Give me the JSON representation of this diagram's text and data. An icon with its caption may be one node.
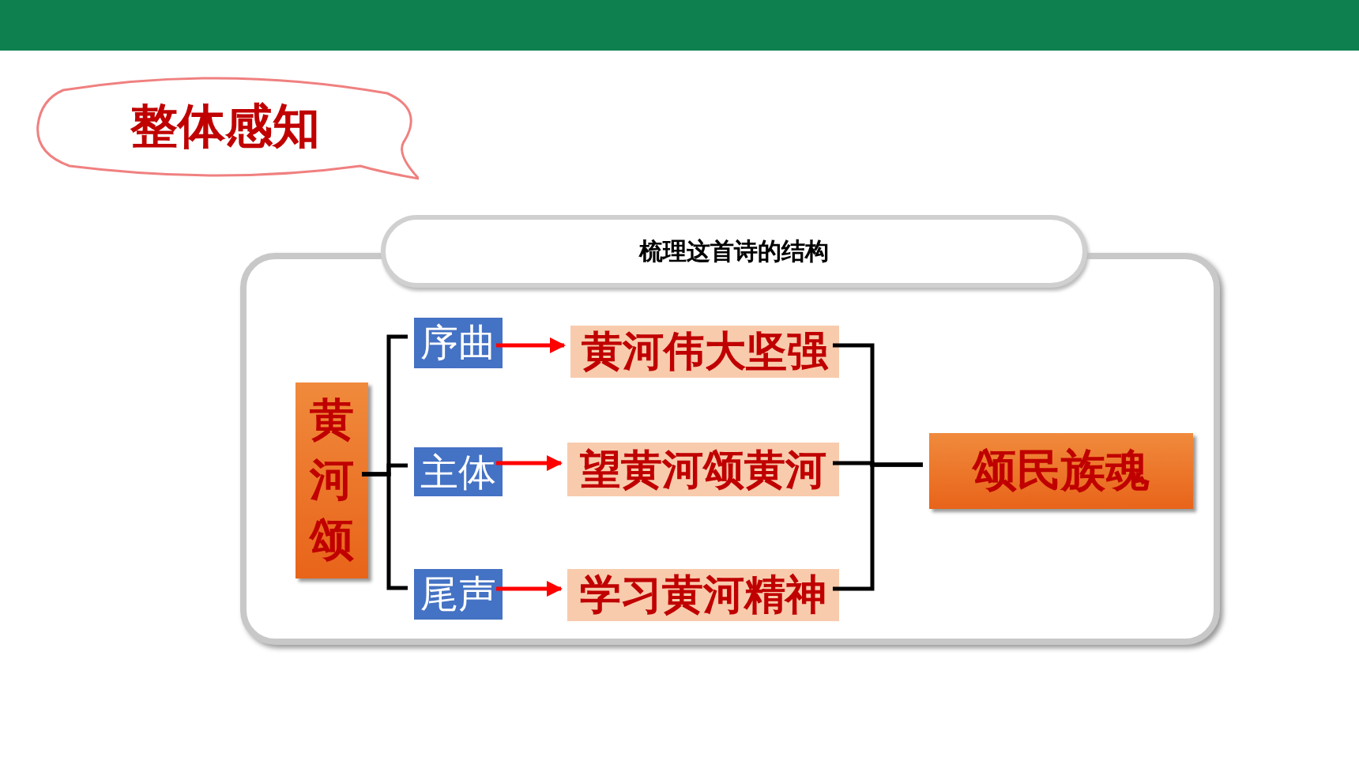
{
  "diagram": {
    "nodes": [
      {
        "text": [
          "整体感知"
        ]
      },
      {
        "text": [
          "梳理这首诗的结构"
        ]
      },
      {
        "text": [
          "黄河颂"
        ],
        "in": 1
      },
      {
        "text": [
          "序曲"
        ],
        "in": 1
      },
      {
        "text": [
          "黄河伟大坚强"
        ],
        "in": 1
      },
      {
        "text": [
          "主体"
        ],
        "in": 1
      },
      {
        "text": [
          "望黄河颂黄河"
        ],
        "in": 1
      },
      {
        "text": [
          "尾声"
        ],
        "in": 1
      },
      {
        "text": [
          "学习黄河精神"
        ],
        "in": 1
      },
      {
        "text": [
          "颂民族魂"
        ],
        "in": 1
      }
    ],
    "edges": [
      {
        "from": 2,
        "to": 3,
        "arrow": "none"
      },
      {
        "from": 2,
        "to": 5,
        "arrow": "none"
      },
      {
        "from": 2,
        "to": 7,
        "arrow": "none"
      },
      {
        "from": 3,
        "to": 4,
        "arrow": "to",
        "color": "#ff0000"
      },
      {
        "from": 5,
        "to": 6,
        "arrow": "to",
        "color": "#ff0000"
      },
      {
        "from": 7,
        "to": 8,
        "arrow": "to",
        "color": "#ff0000"
      },
      {
        "from": 4,
        "to": 9,
        "arrow": "none"
      },
      {
        "from": 6,
        "to": 9,
        "arrow": "none"
      },
      {
        "from": 8,
        "to": 9,
        "arrow": "none"
      }
    ]
  }
}
